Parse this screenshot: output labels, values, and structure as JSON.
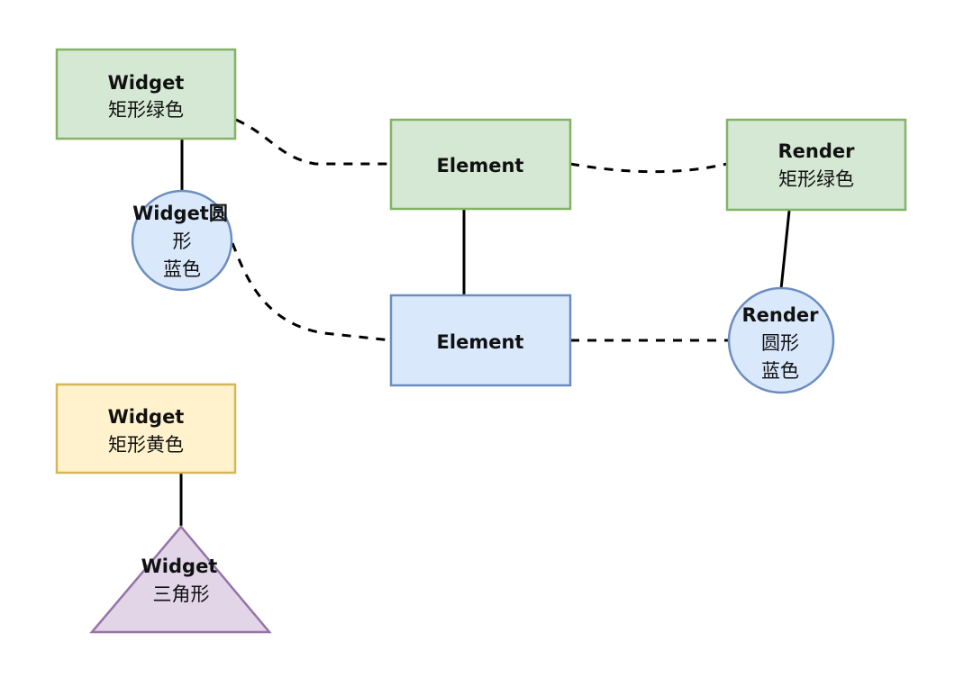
{
  "colors": {
    "green_fill": "#d5e8d4",
    "green_stroke": "#82b366",
    "blue_fill": "#dae8fc",
    "blue_stroke": "#6c8ebf",
    "yellow_fill": "#fff2cc",
    "yellow_stroke": "#d6b656",
    "purple_fill": "#e1d5e7",
    "purple_stroke": "#9673a6",
    "line": "#000000"
  },
  "nodes": {
    "widget_rect_green": {
      "line1": "Widget",
      "line2": "矩形绿色"
    },
    "element_green": {
      "line1": "Element"
    },
    "render_rect_green": {
      "line1": "Render",
      "line2": "矩形绿色"
    },
    "widget_circle_blue": {
      "line1": "Widget圆",
      "line2": "形",
      "line3": "蓝色"
    },
    "element_blue": {
      "line1": "Element"
    },
    "render_circle_blue": {
      "line1": "Render",
      "line2": "圆形",
      "line3": "蓝色"
    },
    "widget_rect_yellow": {
      "line1": "Widget",
      "line2": "矩形黄色"
    },
    "widget_triangle": {
      "line1": "Widget",
      "line2": "三角形"
    }
  }
}
